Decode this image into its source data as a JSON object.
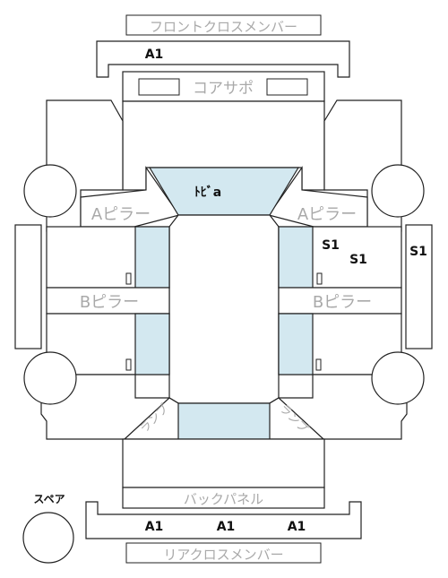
{
  "parts": {
    "front_cross_member": "フロントクロスメンバー",
    "core_support": "コアサポ",
    "a_pillar_left": "Aピラー",
    "a_pillar_right": "Aピラー",
    "b_pillar_left": "Bピラー",
    "b_pillar_right": "Bピラー",
    "back_panel": "バックパネル",
    "rear_cross_member": "リアクロスメンバー",
    "spare": "スペア",
    "lamp_left": "ランプ",
    "lamp_right": "ランプ"
  },
  "marks": {
    "front_cross": "A1",
    "roof": "ﾄﾋﾞa",
    "right_door_1": "S1",
    "right_door_2": "S1",
    "right_side": "S1",
    "rear_1": "A1",
    "rear_2": "A1",
    "rear_3": "A1"
  },
  "colors": {
    "glass": "#d3e8f0",
    "line": "#222222",
    "label_gray": "#a9a9a9",
    "mark": "#111111"
  }
}
